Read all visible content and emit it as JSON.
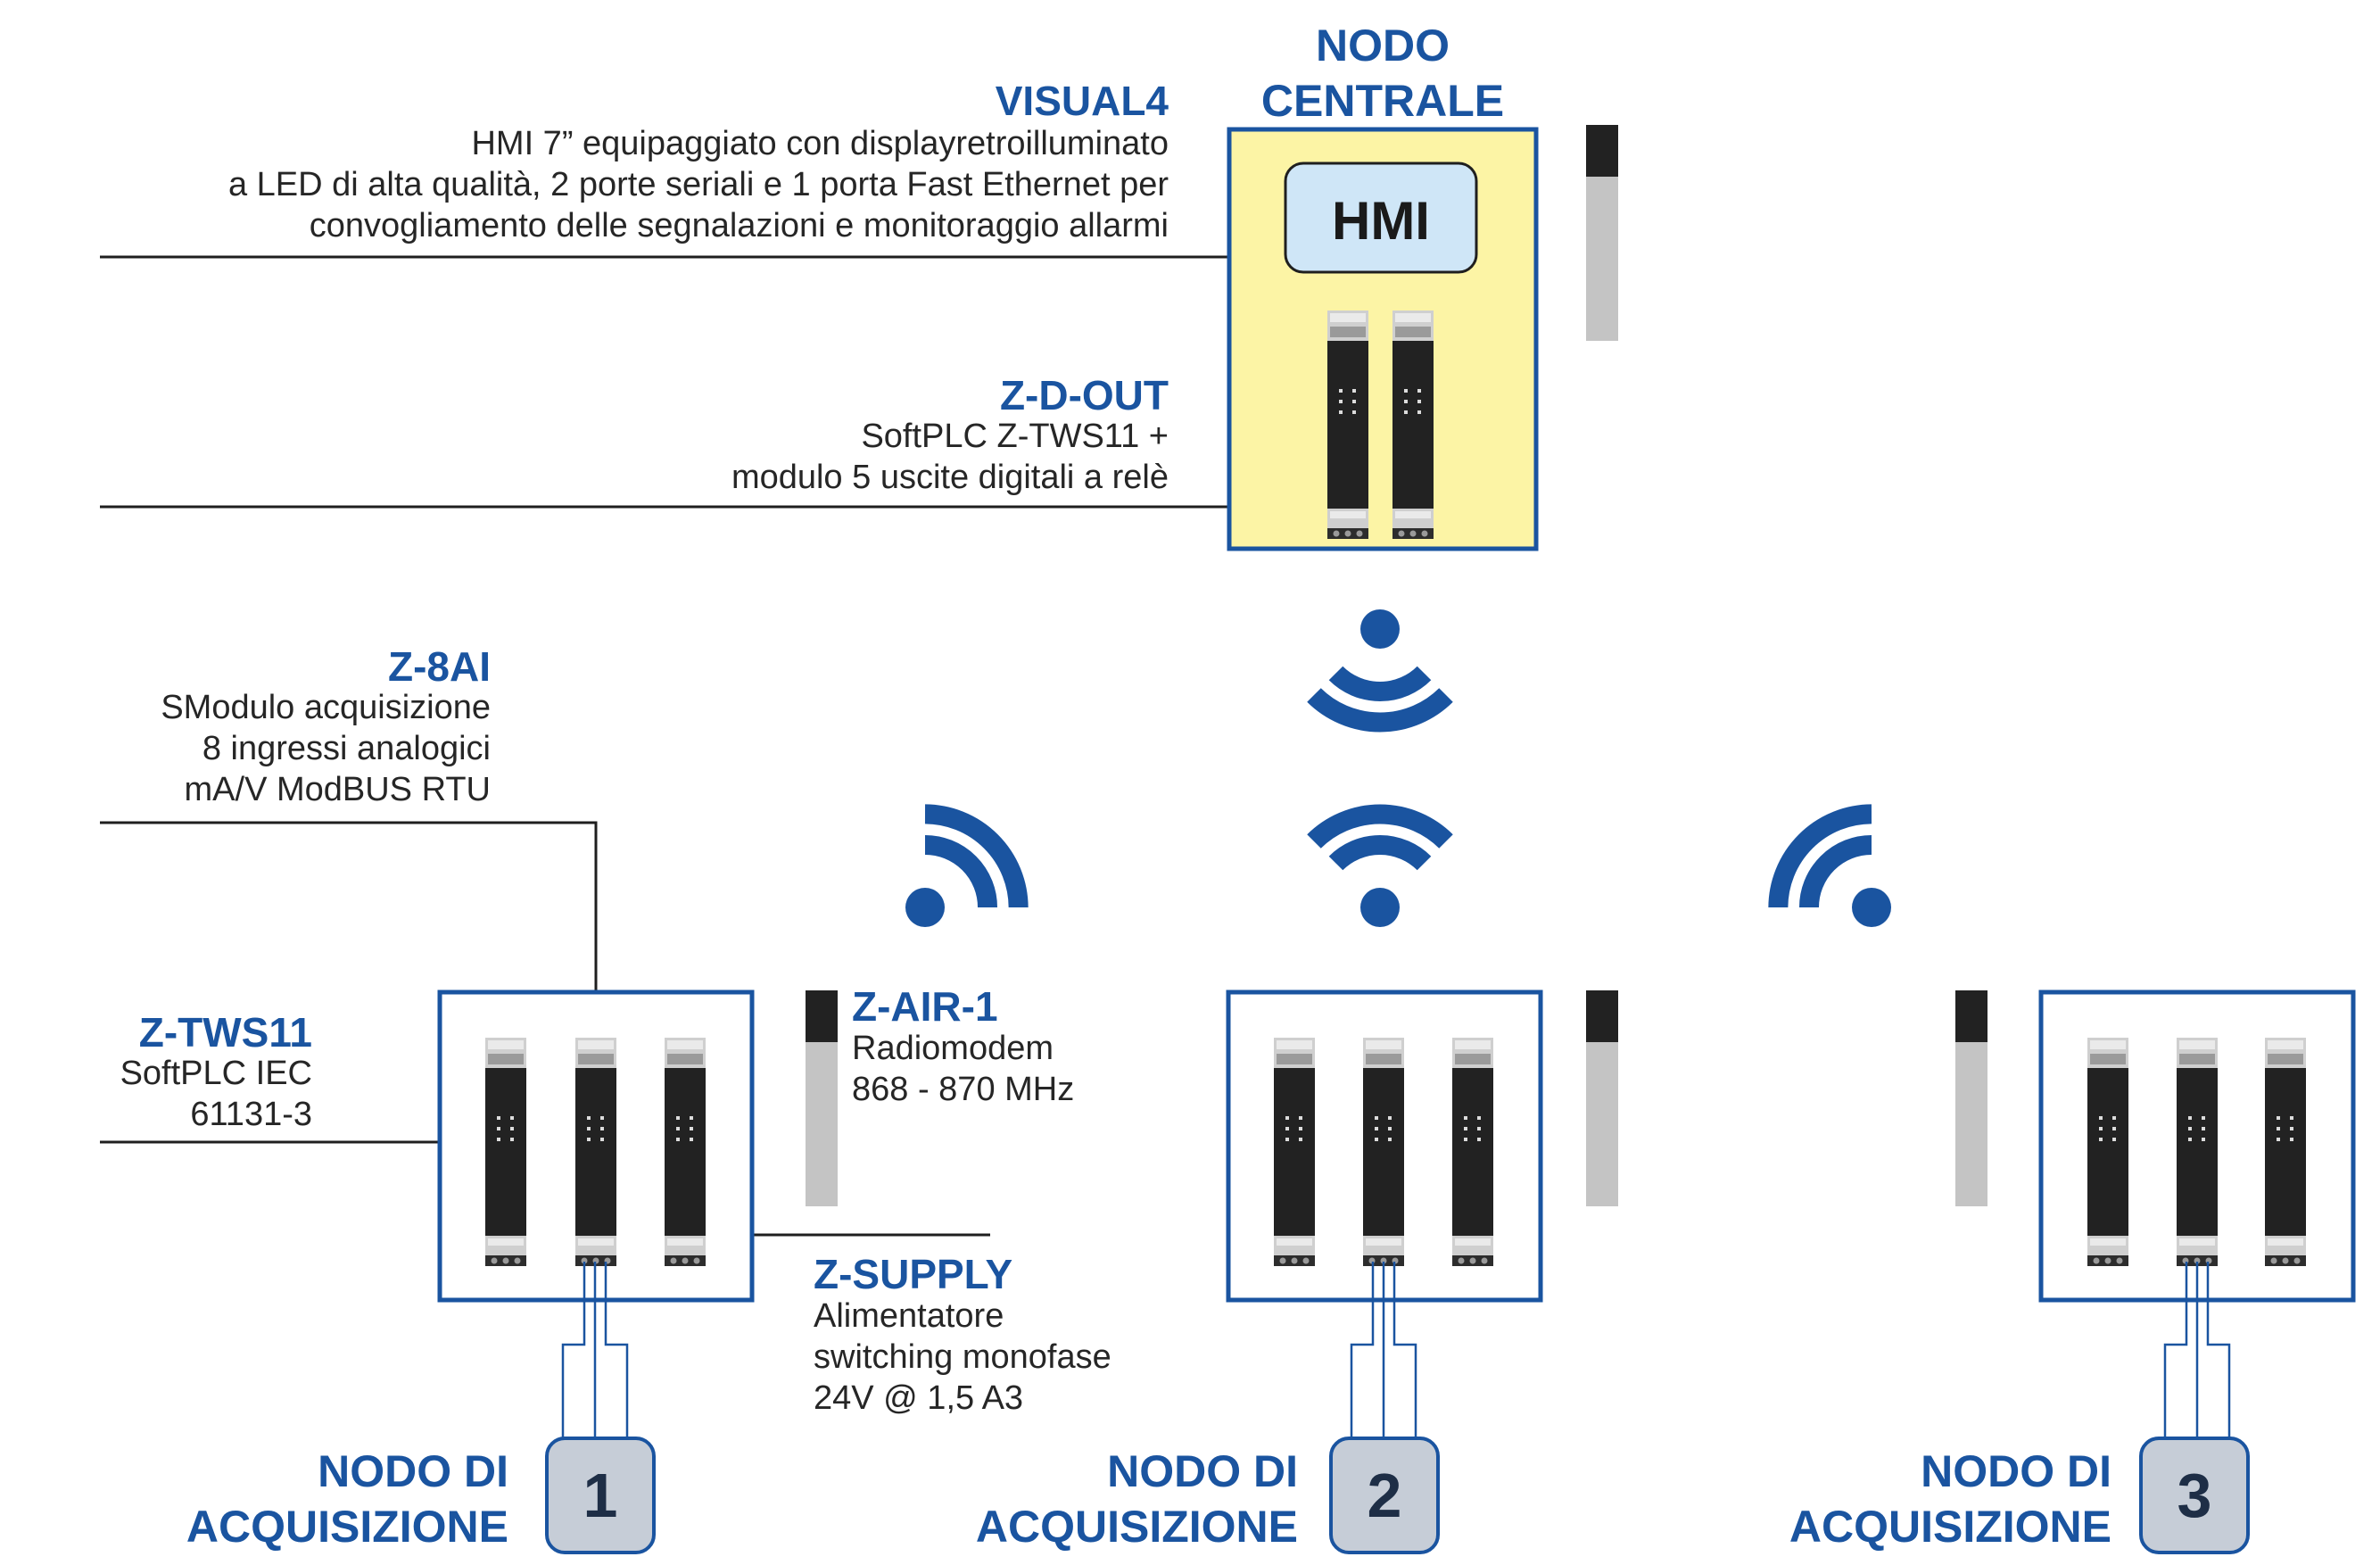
{
  "central_node": {
    "title_line1": "NODO",
    "title_line2": "CENTRALE",
    "hmi_label": "HMI"
  },
  "visual4": {
    "title": "VISUAL4",
    "description": "HMI 7” equipaggiato con displayretroilluminato\na LED di alta qualità, 2 porte seriali e 1 porta Fast Ethernet per\nconvogliamento delle segnalazioni e monitoraggio allarmi"
  },
  "z_d_out": {
    "title": "Z-D-OUT",
    "description": "SoftPLC Z-TWS11 +\nmodulo 5 uscite digitali a relè"
  },
  "z_8ai": {
    "title": "Z-8AI",
    "description": "SModulo acquisizione\n8 ingressi analogici\nmA/V ModBUS RTU"
  },
  "z_tws11": {
    "title": "Z-TWS11",
    "description": "SoftPLC IEC\n61131-3"
  },
  "z_air_1": {
    "title": "Z-AIR-1",
    "description": "Radiomodem\n868 - 870 MHz"
  },
  "z_supply": {
    "title": "Z-SUPPLY",
    "description": "Alimentatore\nswitching monofase\n24V @ 1,5 A3"
  },
  "acquisition_nodes": [
    {
      "label_line1": "NODO DI",
      "label_line2": "ACQUISIZIONE",
      "number": "1"
    },
    {
      "label_line1": "NODO DI",
      "label_line2": "ACQUISIZIONE",
      "number": "2"
    },
    {
      "label_line1": "NODO DI",
      "label_line2": "ACQUISIZIONE",
      "number": "3"
    }
  ],
  "colors": {
    "accent_blue": "#1a54a0",
    "central_box_fill": "#fcf4a5",
    "hmi_fill": "#cfe6f7",
    "module_body": "#222222",
    "badge_fill": "#c6cdd7",
    "antenna_gray": "#c4c4c4"
  },
  "icons": [
    "wifi-signal-icon",
    "din-rail-module-icon",
    "radio-antenna-icon"
  ]
}
